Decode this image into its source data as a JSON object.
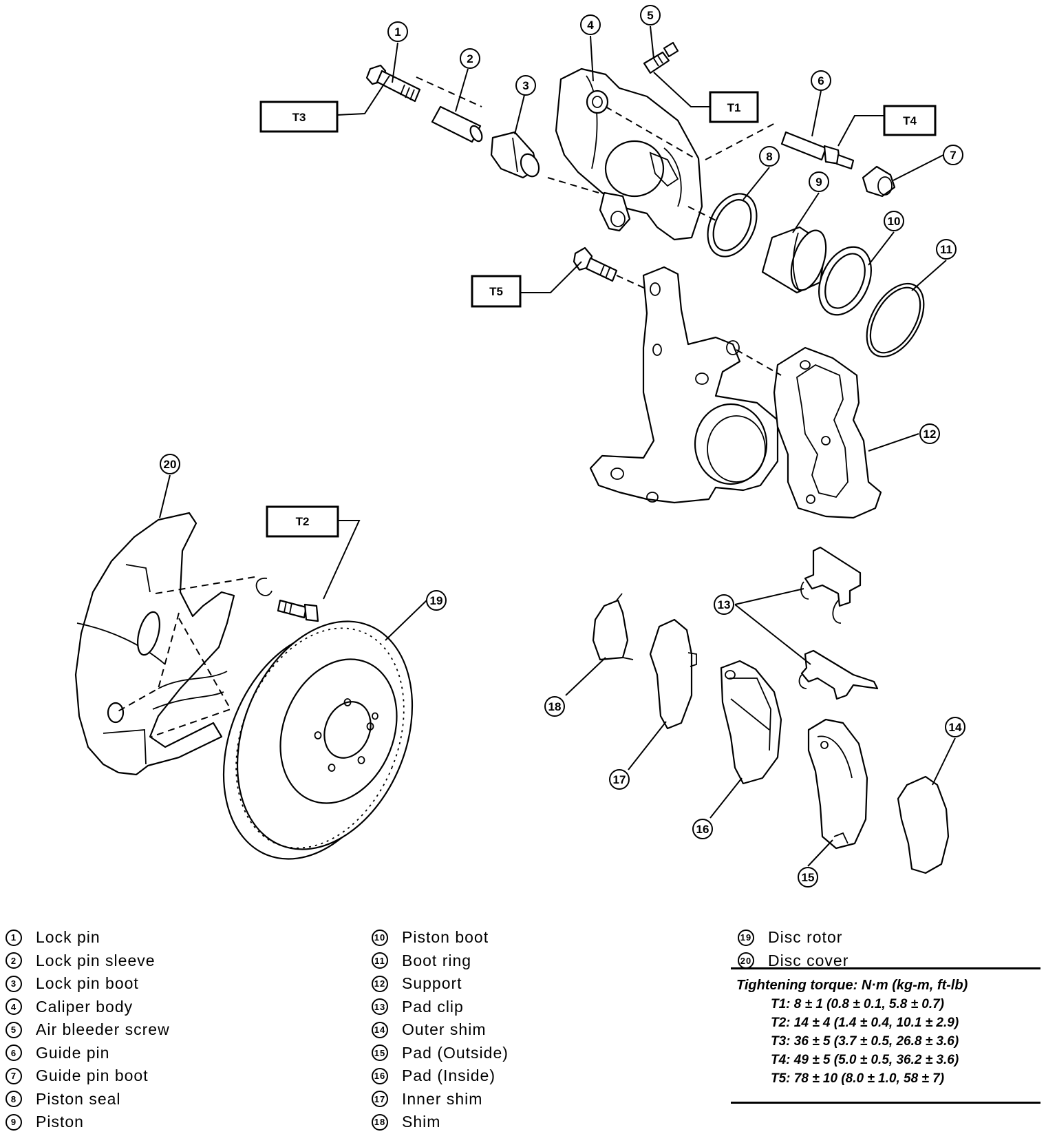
{
  "callouts": {
    "c1": "1",
    "c2": "2",
    "c3": "3",
    "c4": "4",
    "c5": "5",
    "c6": "6",
    "c7": "7",
    "c8": "8",
    "c9": "9",
    "c10": "10",
    "c11": "11",
    "c12": "12",
    "c13": "13",
    "c14": "14",
    "c15": "15",
    "c16": "16",
    "c17": "17",
    "c18": "18",
    "c19": "19",
    "c20": "20"
  },
  "torque_tags": {
    "t1": "T1",
    "t2": "T2",
    "t3": "T3",
    "t4": "T4",
    "t5": "T5"
  },
  "legend": {
    "col1": [
      {
        "num": "1",
        "label": "Lock pin"
      },
      {
        "num": "2",
        "label": "Lock pin sleeve"
      },
      {
        "num": "3",
        "label": "Lock pin boot"
      },
      {
        "num": "4",
        "label": "Caliper body"
      },
      {
        "num": "5",
        "label": "Air bleeder screw"
      },
      {
        "num": "6",
        "label": "Guide pin"
      },
      {
        "num": "7",
        "label": "Guide pin boot"
      },
      {
        "num": "8",
        "label": "Piston seal"
      },
      {
        "num": "9",
        "label": "Piston"
      }
    ],
    "col2": [
      {
        "num": "10",
        "label": "Piston boot"
      },
      {
        "num": "11",
        "label": "Boot ring"
      },
      {
        "num": "12",
        "label": "Support"
      },
      {
        "num": "13",
        "label": "Pad clip"
      },
      {
        "num": "14",
        "label": "Outer shim"
      },
      {
        "num": "15",
        "label": "Pad (Outside)"
      },
      {
        "num": "16",
        "label": "Pad (Inside)"
      },
      {
        "num": "17",
        "label": "Inner shim"
      },
      {
        "num": "18",
        "label": "Shim"
      }
    ],
    "col3": [
      {
        "num": "19",
        "label": "Disc rotor"
      },
      {
        "num": "20",
        "label": "Disc cover"
      }
    ]
  },
  "torque": {
    "title": "Tightening torque: N·m (kg-m, ft-lb)",
    "lines": [
      "T1: 8 ± 1 (0.8 ± 0.1, 5.8 ± 0.7)",
      "T2: 14 ± 4 (1.4 ± 0.4, 10.1 ± 2.9)",
      "T3: 36 ± 5 (3.7 ± 0.5, 26.8 ± 3.6)",
      "T4: 49 ± 5 (5.0 ± 0.5, 36.2 ± 3.6)",
      "T5: 78 ± 10 (8.0 ± 1.0, 58 ± 7)"
    ]
  }
}
